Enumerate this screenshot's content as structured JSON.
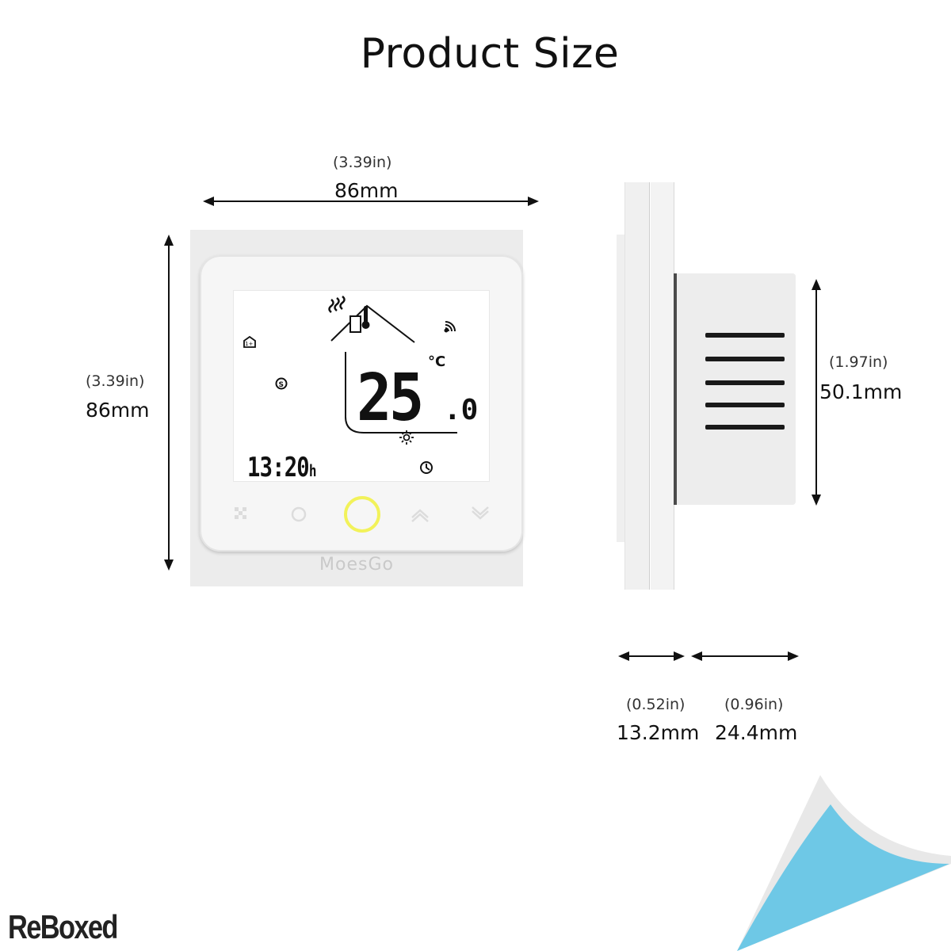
{
  "title": "Product Size",
  "front_view": {
    "width_dimension": {
      "inches": "(3.39in)",
      "mm": "86mm"
    },
    "height_dimension": {
      "inches": "(3.39in)",
      "mm": "86mm"
    },
    "brand_label": "MoesGo",
    "lcd": {
      "temperature": "25",
      "temperature_decimal": ".0",
      "unit": "°C",
      "time": "13:20",
      "time_suffix": "h"
    },
    "icons": [
      "heat-waves-icon",
      "thermometer-icon",
      "wifi-signal-icon",
      "home-schedule-icon",
      "economy-icon",
      "sun-icon",
      "clock-icon"
    ],
    "touch_buttons": [
      "menu-button",
      "clock-button",
      "power-button",
      "up-button",
      "down-button"
    ],
    "power_ring_color": "#f2f25a"
  },
  "side_view": {
    "depth_dimension": {
      "inches": "(1.97in)",
      "mm": "50.1mm"
    },
    "plate_thickness": {
      "inches": "(0.52in)",
      "mm": "13.2mm"
    },
    "box_depth": {
      "inches": "(0.96in)",
      "mm": "24.4mm"
    }
  },
  "watermark": {
    "logo_text": "ReBoxed",
    "accent_color": "#6ec8e6"
  }
}
